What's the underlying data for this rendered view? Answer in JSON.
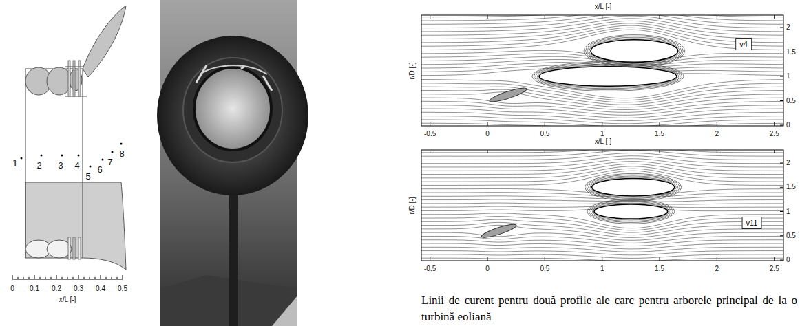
{
  "diagram": {
    "caption": "Linii de curent pentru două profile ale carc pentru arborele principal de la o turbină eoliană",
    "nodes": [
      {
        "text": [
          "v4"
        ]
      },
      {
        "text": [
          "v11"
        ]
      }
    ],
    "labels": [
      "1",
      "2",
      "3",
      "4",
      "5",
      "6",
      "7",
      "8",
      "0",
      "0.1",
      "0.2",
      "0.3",
      "0.4",
      "0.5",
      "x/L [-]",
      "x/L [-]",
      "r/D [-]",
      "-0.5",
      "0",
      "0.5",
      "1",
      "1.5",
      "2",
      "2.5",
      "2",
      "1.5",
      "1",
      "0.5",
      "0",
      "x/L [-]",
      "r/D [-]",
      "-0.5",
      "0",
      "0.5",
      "1",
      "1.5",
      "2",
      "2.5",
      "2",
      "1.5",
      "1",
      "0.5",
      "0"
    ]
  }
}
